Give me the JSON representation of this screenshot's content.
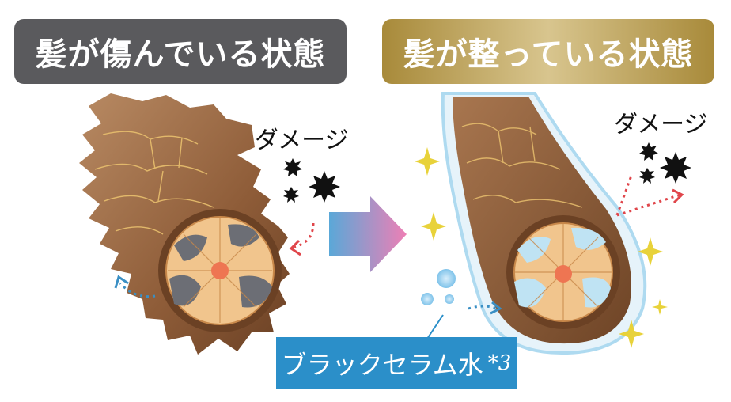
{
  "left_panel": {
    "title": "髪が傷んでいる状態",
    "damage_label": "ダメージ"
  },
  "right_panel": {
    "title": "髪が整っている状態",
    "damage_label": "ダメージ"
  },
  "serum": {
    "label": "ブラックセラム水",
    "note": "*3"
  },
  "colors": {
    "dark_title": "#5a5a5d",
    "gold_title": "#bca564",
    "hair_brown": "#8a5a38",
    "cortex": "#f1c58d",
    "damage_gray": "#6c6e75",
    "moisture_blue": "#bfe3f3",
    "serum_blue": "#2b8fc9",
    "arrow_pink": "#e487b7",
    "sparkle": "#e8d23a"
  }
}
